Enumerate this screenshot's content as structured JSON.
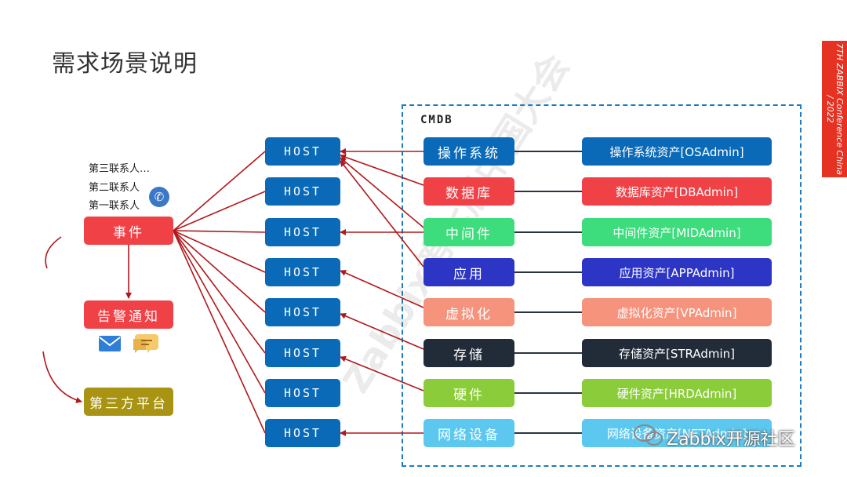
{
  "title": "需求场景说明",
  "badge": {
    "text": "7TH ZABBIX Conference China / 2022"
  },
  "cmdb": {
    "label": "CMDB"
  },
  "host_label": "HOST",
  "hosts": [
    "HOST",
    "HOST",
    "HOST",
    "HOST",
    "HOST",
    "HOST",
    "HOST",
    "HOST"
  ],
  "systems": [
    {
      "label": "操作系统",
      "color": "#0a6ab8"
    },
    {
      "label": "数据库",
      "color": "#f04147"
    },
    {
      "label": "中间件",
      "color": "#3ddc7c"
    },
    {
      "label": "应用",
      "color": "#2c35c4"
    },
    {
      "label": "虚拟化",
      "color": "#f5937d"
    },
    {
      "label": "存储",
      "color": "#222b38"
    },
    {
      "label": "硬件",
      "color": "#8bcc3a"
    },
    {
      "label": "网络设备",
      "color": "#5cc8ef"
    }
  ],
  "assets": [
    {
      "label": "操作系统资产[OSAdmin]",
      "color": "#0a6ab8"
    },
    {
      "label": "数据库资产[DBAdmin]",
      "color": "#f04147"
    },
    {
      "label": "中间件资产[MIDAdmin]",
      "color": "#3ddc7c"
    },
    {
      "label": "应用资产[APPAdmin]",
      "color": "#2c35c4"
    },
    {
      "label": "虚拟化资产[VPAdmin]",
      "color": "#f5937d"
    },
    {
      "label": "存储资产[STRAdmin]",
      "color": "#222b38"
    },
    {
      "label": "硬件资产[HRDAdmin]",
      "color": "#8bcc3a"
    },
    {
      "label": "网络设备资产[NETAdmin]",
      "color": "#5cc8ef"
    }
  ],
  "contacts": [
    "第三联系人…",
    "第二联系人",
    "第一联系人"
  ],
  "event": "事件",
  "alert": "告警通知",
  "third_party": "第三方平台",
  "watermark": "Zabbix开源社区",
  "diagonal_watermark": "Zabbix第七届中国大会"
}
